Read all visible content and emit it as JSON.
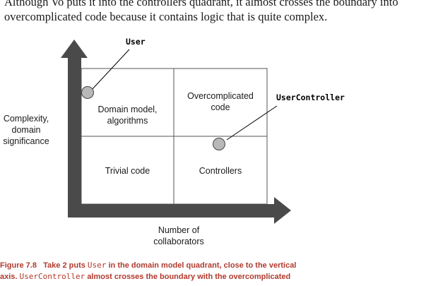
{
  "intro_text": {
    "line1": "Although Vo puts it into the controllers quadrant, it almost crosses the boundary into",
    "line2": "overcomplicated code because it contains logic that is quite complex."
  },
  "diagram": {
    "y_axis_label": [
      "Complexity,",
      "domain",
      "significance"
    ],
    "x_axis_label": [
      "Number of",
      "collaborators"
    ],
    "quadrants": {
      "top_left": [
        "Domain model,",
        "algorithms"
      ],
      "top_right": [
        "Overcomplicated",
        "code"
      ],
      "bottom_left": "Trivial code",
      "bottom_right": "Controllers"
    },
    "points": [
      {
        "label": "User",
        "quadrant": "top_left"
      },
      {
        "label": "UserController",
        "quadrant": "bottom_right"
      }
    ]
  },
  "caption": {
    "figure": "Figure 7.8",
    "line1_a": "Take 2 puts",
    "line1_code": "User",
    "line1_b": "in the domain model quadrant, close to the vertical",
    "line2_a": "axis.",
    "line2_code": "UserController",
    "line2_b": "almost crosses the boundary with the overcomplicated"
  },
  "colors": {
    "axis": "#4a4a4a",
    "point_fill": "#b8b8b8",
    "grid": "#555555",
    "caption": "#b03a2e"
  }
}
